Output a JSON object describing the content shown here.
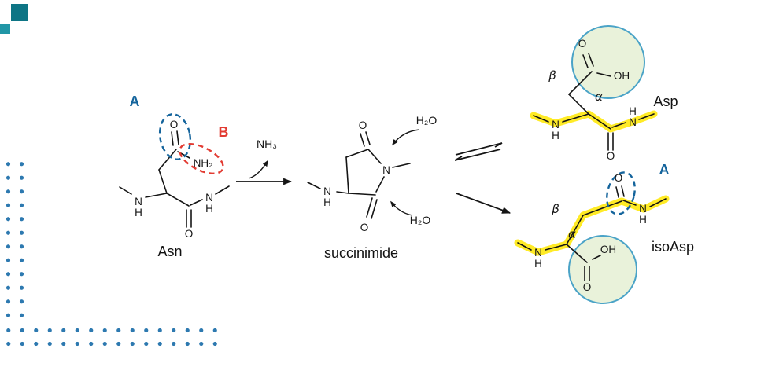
{
  "asn": {
    "name": "Asn",
    "region_a_label": "A",
    "region_b_label": "B",
    "o_side": "O",
    "nh2": "NH₂",
    "n_left": "N",
    "h_left": "H",
    "o_main": "O",
    "n_right": "N",
    "h_right": "H"
  },
  "reaction": {
    "nh3": "NH₃"
  },
  "succinimide": {
    "name": "succinimide",
    "o_top": "O",
    "o_bottom": "O",
    "n_ring": "N",
    "n_left": "N",
    "h_left": "H",
    "h2o_top": "H₂O",
    "h2o_bottom": "H₂O"
  },
  "asp": {
    "name": "Asp",
    "beta": "β",
    "alpha": "α",
    "o_acid": "O",
    "oh": "OH",
    "n_left": "N",
    "h_left": "H",
    "o_main": "O",
    "n_right": "N",
    "h_right": "H"
  },
  "isoasp": {
    "name": "isoAsp",
    "region_a_label": "A",
    "beta": "β",
    "alpha": "α",
    "o_main": "O",
    "n_right": "N",
    "h_right": "H",
    "n_left": "N",
    "h_left": "H",
    "o_acid": "O",
    "oh": "OH"
  },
  "colors": {
    "blue_label": "#14649c",
    "red_label": "#e23b32",
    "highlight_yellow": "#ffe800",
    "circle_fill": "#e9f2da",
    "circle_stroke": "#4aa3c7",
    "dot_blue": "#2d79b0",
    "teal_square_dark": "#0e7585",
    "teal_square_light": "#2196a6",
    "bond": "#151515"
  }
}
